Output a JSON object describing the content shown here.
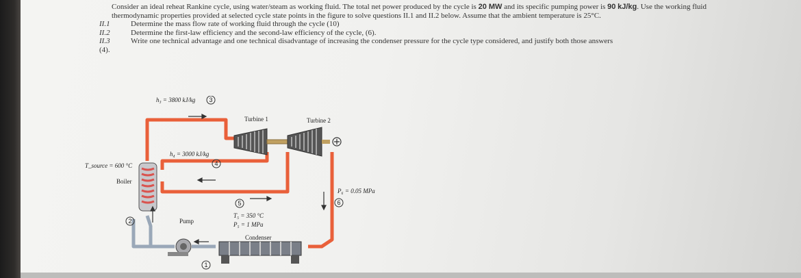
{
  "problem": {
    "intro_1": "Consider an ideal reheat Rankine cycle, using water/steam as working fluid. The total net power produced by the cycle is",
    "power": "20 MW",
    "intro_2": "and its specific pumping power is",
    "pump_power": "90",
    "pump_unit": "kJ/kg",
    "intro_3": ". Use the working fluid thermodynamic properties provided at selected cycle state points in the figure to solve questions II.1 and II.2 below. Assume that the ambient temperature is 25°C.",
    "questions": [
      {
        "num": "II.1",
        "text": "Determine the mass flow rate of working fluid through the cycle (10)"
      },
      {
        "num": "II.2",
        "text": "Determine the first-law efficiency and the second-law efficiency of the cycle, (6)."
      },
      {
        "num": "II.3",
        "text": "Write one technical advantage and one technical disadvantage of increasing the condenser pressure for the cycle type considered, and justify both those answers"
      }
    ],
    "q3_points": "(4)."
  },
  "diagram": {
    "h3": "h₃ = 3800 kJ/kg",
    "h4": "h₄ = 3000 kJ/kg",
    "t_source": "T_source = 600 °C",
    "boiler": "Boiler",
    "pump": "Pump",
    "turbine1": "Turbine 1",
    "turbine2": "Turbine 2",
    "condenser": "Condenser",
    "t5": "T₅ = 350 °C",
    "p5": "P₅ = 1 MPa",
    "p6": "P₆ = 0.05 MPa",
    "states": [
      "1",
      "2",
      "3",
      "4",
      "5",
      "6"
    ],
    "colors": {
      "hot": "#e9603a",
      "cold": "#8a9bb0",
      "pipe_light": "#f0a080"
    }
  }
}
